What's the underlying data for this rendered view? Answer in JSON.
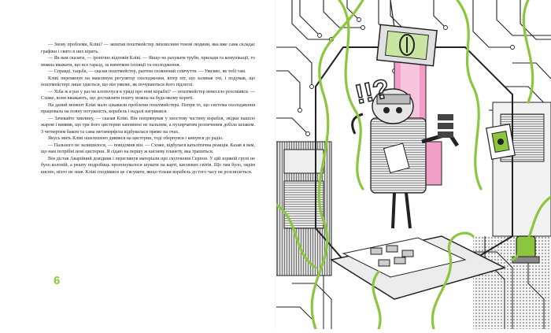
{
  "paragraphs": [
    "— Знову проблеми, Кліві? — запитав поштмейстер лиховісним тоном людини, яка вже сама складає графіки і свято в них вірить.",
    "— Як вам сказати, — іронічно відповів Кліві. — Якщо не рахувати труби, прилади та комунікації, то можна вважати, що все гаразд, за винятком ізоляції та охолодження.",
    "— Справді, тацьба, — сказав поштмейстер, раптом сповнений співчуття. — Уявляю, як тобі там.",
    "Кліві перемкнув на максимум регулятор охолодження, вітер піт, що заливав очі, і подумав, що поштмейстері лише здається, що він уявляє, як почуваються його підлеглі.",
    "— Хіба ж я раз у раз не клопочуся в уряді про нові кораблі? — поштмейстер невесело розсміявся. — Схоже, вони вважають, що доставляти пошту можна на будь-якому кориті.",
    "На даний момент Кліві мало цікавили проблеми поштмейстера. Попри те, що система охолодження працювала на повну потужність, корабель і надалі нагрівався.",
    "— Зачекайте хвилину, — сказав Кліві. Він попрямував у хвостову частину корабля, звідки пашіло жаром і виявив, що три його цистерни заповнені не пальним, а пухирчатим розпеченим добіла шлаком. З четвертим баком та сама метаморфоза відбувалася прямо на очах.",
    "Якусь мить Кліві ошелешено дивився на цистерни, тоді обернувся і кинувся до радіо.",
    "— Пального не залишилося, — повідомив він. — Схоже, відбулася каталітична реакція. Казав я вам, що нам потрібні нові цистерни. Я сідаю на першу ж кисневу планету, яка трапиться.",
    "Він дістав Аварійний довідник і переглянув матеріали про скупчення Серпон. У цій зоряній групі не було колоній, а решту подробиць пропонувалося шукати на карті, кисневих світів. Що там було, окрім кисню, ніхто не знав. Кліві сподівався це з'ясувати, якщо тільки корабель до того часу не розсиплеться."
  ],
  "page_number": "6",
  "illustration": {
    "exclamation": "!!?",
    "colors": {
      "accent_green": "#8cc63f",
      "pink": "#f29ec8",
      "ink": "#222222",
      "grey": "#8a8a8a"
    }
  }
}
